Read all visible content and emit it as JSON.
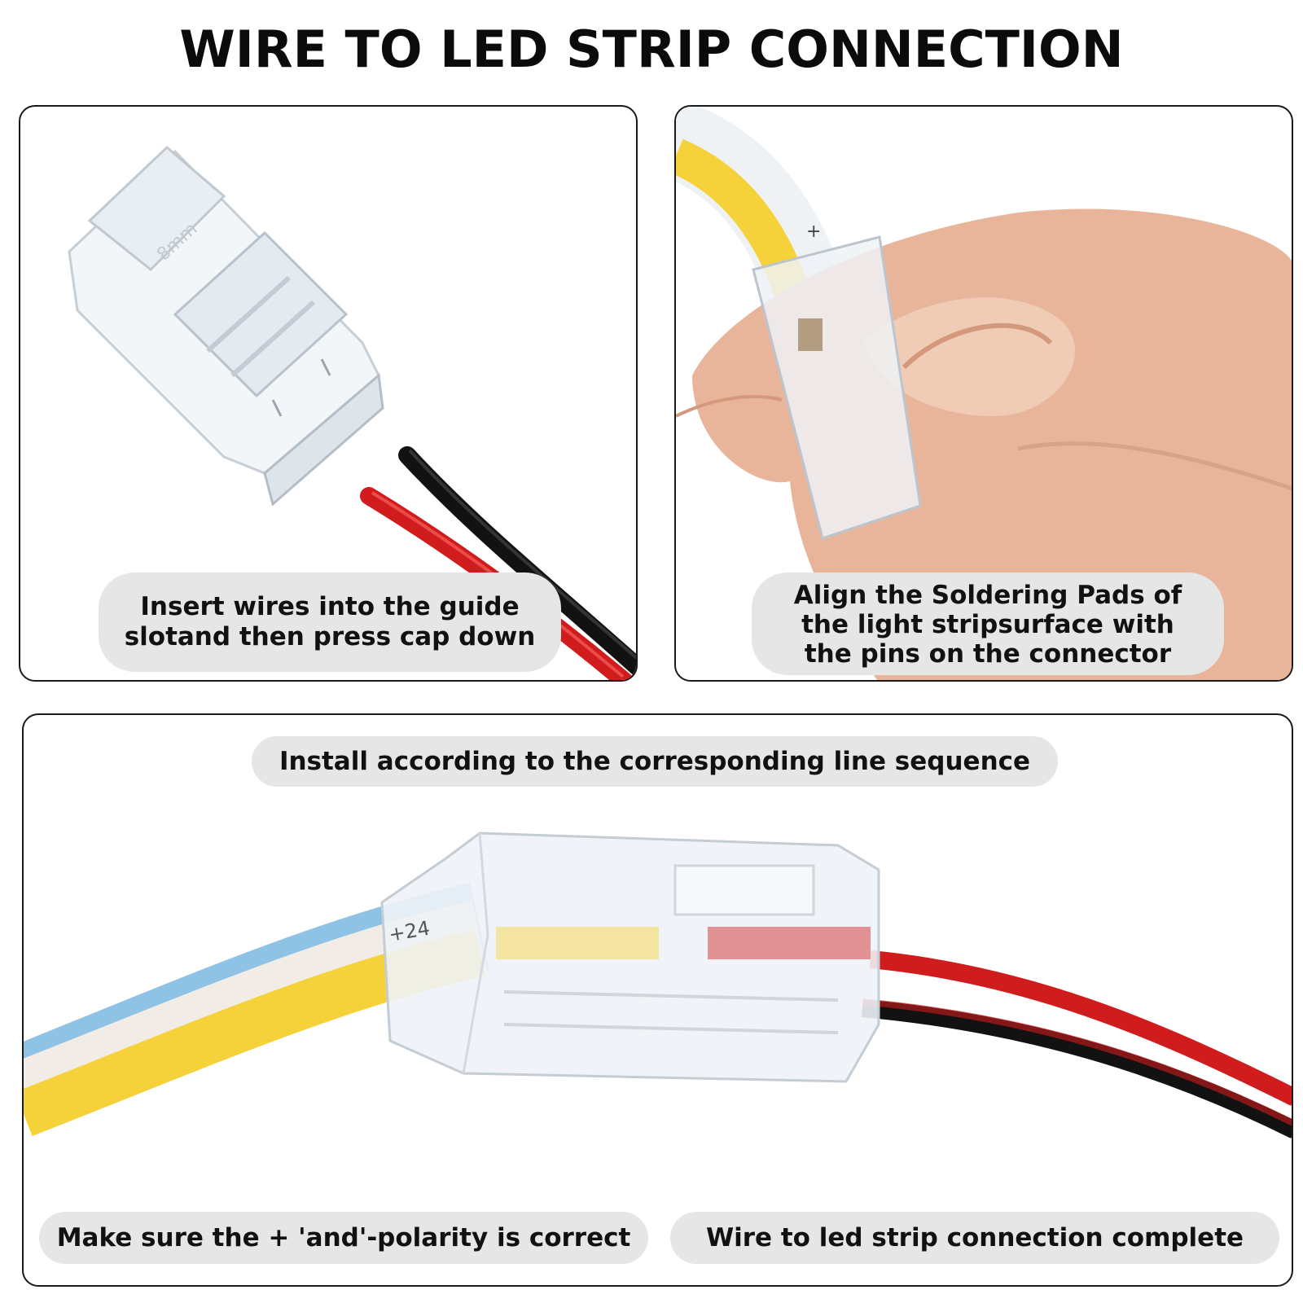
{
  "title": "WIRE TO LED STRIP CONNECTION",
  "panels": {
    "step1": {
      "caption": "Insert wires into the guide\nslotand then press cap down",
      "connector_marking": "8mm"
    },
    "step2": {
      "caption": "Align the Soldering Pads of\nthe light stripsurface with\nthe pins on the connector",
      "strip_marking": "+"
    },
    "step3": {
      "caption_top": "Install according to the corresponding line sequence",
      "caption_left": "Make sure the + 'and'-polarity is correct",
      "caption_right": "Wire to led strip connection complete",
      "strip_marking": "+24"
    }
  },
  "colors": {
    "border": "#1a1a1a",
    "pill": "#e6e6e6",
    "led_yellow": "#f6d23a",
    "wire_red": "#d01c1c",
    "wire_black": "#121212",
    "skin": "#e8b59a"
  },
  "icons": [
    "connector-illustration",
    "hand-illustration",
    "led-strip-illustration",
    "wire-illustration"
  ]
}
